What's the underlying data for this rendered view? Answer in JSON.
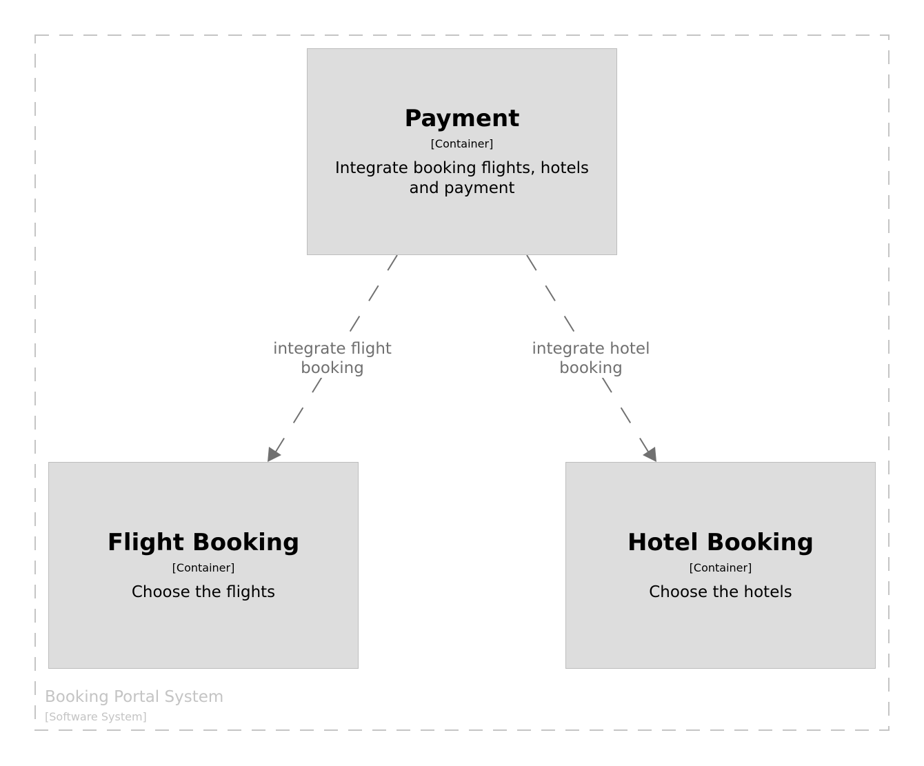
{
  "boundary": {
    "name": "Booking Portal System",
    "type": "[Software System]"
  },
  "containers": {
    "payment": {
      "name": "Payment",
      "type": "[Container]",
      "description": "Integrate booking flights, hotels and payment"
    },
    "flight": {
      "name": "Flight Booking",
      "type": "[Container]",
      "description": "Choose the flights"
    },
    "hotel": {
      "name": "Hotel Booking",
      "type": "[Container]",
      "description": "Choose the hotels"
    }
  },
  "relationships": {
    "payment_to_flight": {
      "label": "integrate flight booking"
    },
    "payment_to_hotel": {
      "label": "integrate hotel booking"
    }
  },
  "colors": {
    "container_fill": "#dddddd",
    "container_border": "#bdbdbd",
    "relationship": "#707070",
    "boundary": "#c4c4c4"
  }
}
